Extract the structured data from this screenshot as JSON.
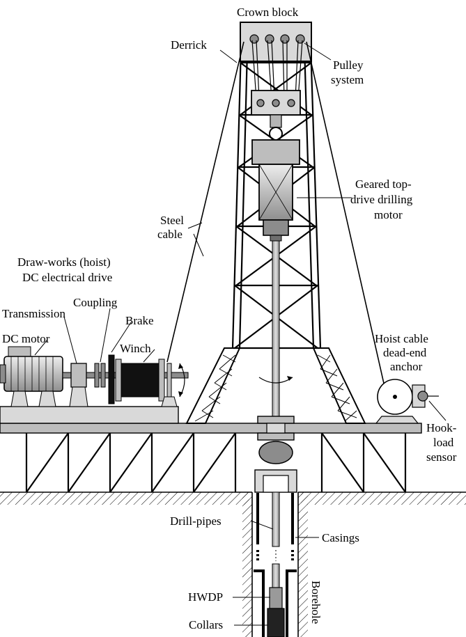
{
  "labels": {
    "crown_block": "Crown block",
    "derrick": "Derrick",
    "pulley_1": "Pulley",
    "pulley_2": "system",
    "top_drive_1": "Geared top-",
    "top_drive_2": "drive drilling",
    "top_drive_3": "motor",
    "steel_cable_1": "Steel",
    "steel_cable_2": "cable",
    "drawworks_1": "Draw-works (hoist)",
    "drawworks_2": "DC electrical drive",
    "coupling": "Coupling",
    "transmission": "Transmission",
    "brake": "Brake",
    "dc_motor": "DC motor",
    "winch": "Winch",
    "hoist_anchor_1": "Hoist cable",
    "hoist_anchor_2": "dead-end",
    "hoist_anchor_3": "anchor",
    "hook_load_1": "Hook-",
    "hook_load_2": "load",
    "hook_load_3": "sensor",
    "drill_pipes": "Drill-pipes",
    "casings": "Casings",
    "hwdp": "HWDP",
    "borehole": "Borehole",
    "collars": "Collars"
  },
  "colors": {
    "ink": "#000000",
    "metal_light": "#d9d9d9",
    "metal_mid": "#b5b5b5",
    "metal_dark": "#8c8c8c",
    "winch_drum": "#111111"
  }
}
